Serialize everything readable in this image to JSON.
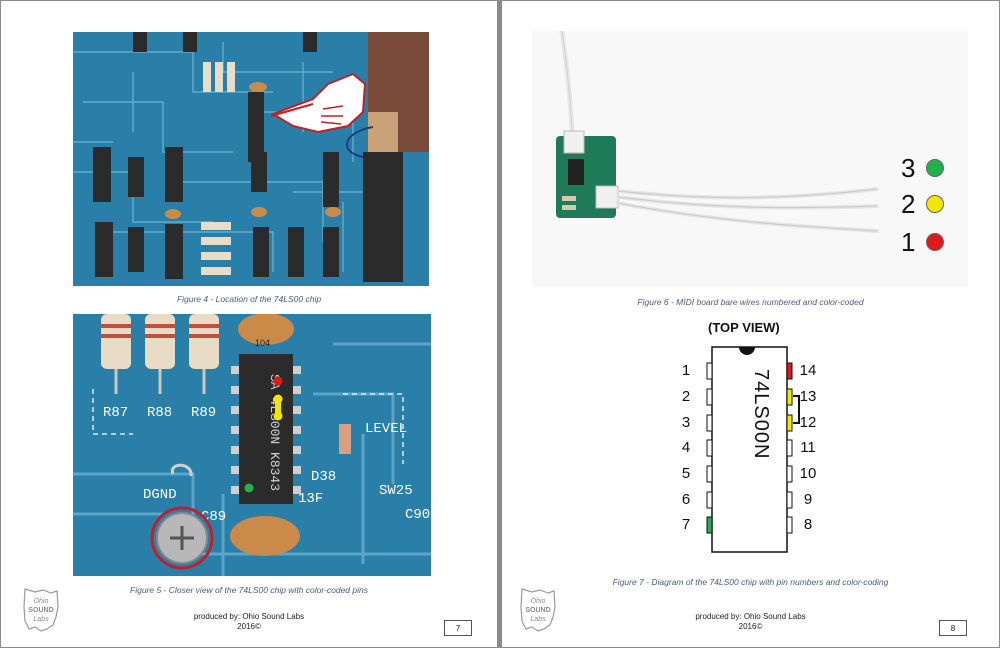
{
  "left_page": {
    "figure4_caption": "Figure 4 - Location of the 74LS00 chip",
    "figure5_caption": "Figure 5 - Closer view of the 74LS00 chip with color-coded pins",
    "footer_line1": "produced by: Ohio Sound Labs",
    "footer_line2": "2016©",
    "page_number": "7",
    "board_labels": {
      "r87": "R87",
      "r88": "R88",
      "r89": "R89",
      "dgnd": "DGND",
      "c89": "C89",
      "d38": "D38",
      "r13f": "13F",
      "sw25": "SW25",
      "c90": "C90",
      "level": "LEVEL",
      "chip_text": "SA  4LS00N  K8343",
      "cap_code": "104"
    }
  },
  "right_page": {
    "figure6_caption": "Figure 6 - MIDI board bare wires numbered and color-coded",
    "figure7_caption": "Figure 7 - Diagram of the 74LS00 chip with pin numbers and color-coding",
    "footer_line1": "produced by: Ohio Sound Labs",
    "footer_line2": "2016©",
    "page_number": "8",
    "wires": [
      {
        "number": "3",
        "color": "#22b14c"
      },
      {
        "number": "2",
        "color": "#f2e500"
      },
      {
        "number": "1",
        "color": "#e0191b"
      }
    ],
    "diagram": {
      "title": "(TOP VIEW)",
      "chip_name": "74LS00N",
      "left_pins": [
        "1",
        "2",
        "3",
        "4",
        "5",
        "6",
        "7"
      ],
      "right_pins": [
        "14",
        "13",
        "12",
        "11",
        "10",
        "9",
        "8"
      ]
    }
  },
  "logo_text": [
    "Ohio",
    "SOUND",
    "Labs"
  ],
  "colors": {
    "pcb": "#2a7fa8",
    "caption": "#4a5d7a",
    "red": "#e0191b",
    "yellow": "#f2e500",
    "green": "#22b14c"
  }
}
